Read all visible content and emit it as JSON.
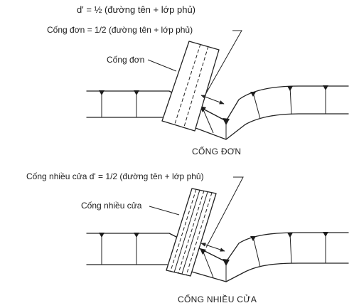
{
  "labels": {
    "top_formula": "d' = ½ (đường tên + lớp phủ)",
    "single_culvert_formula": "Cống đơn = 1/2 (đường tên + lớp phủ)",
    "single_culvert_pointer": "Cống đơn",
    "single_culvert_caption": "CỐNG ĐƠN",
    "multi_culvert_formula": "Cống nhiều cửa d' = 1/2 (đường tên + lớp phủ)",
    "multi_culvert_pointer": "Cống nhiều cửa",
    "multi_culvert_caption": "CỐNG NHIỀU CỬA"
  }
}
